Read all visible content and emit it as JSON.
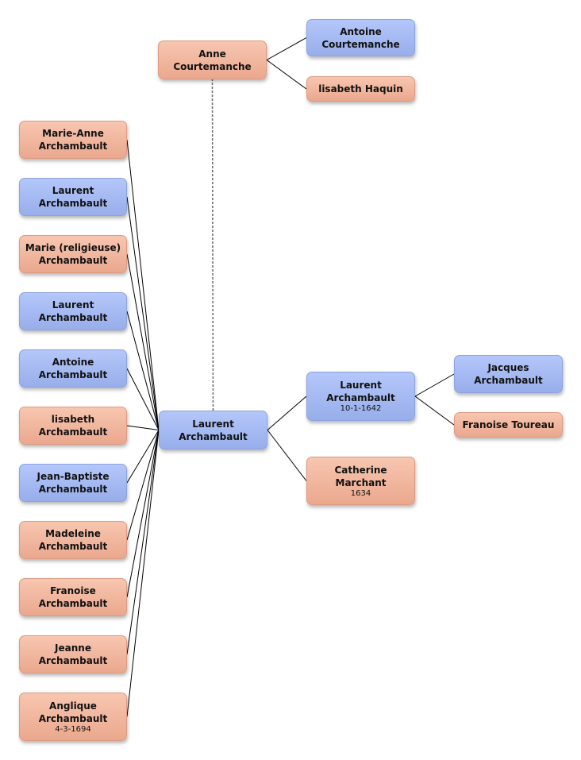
{
  "people": {
    "anne_courtemanche": {
      "line1": "Anne",
      "line2": "Courtemanche",
      "date": "",
      "gender": "female"
    },
    "antoine_courtemanche": {
      "line1": "Antoine",
      "line2": "Courtemanche",
      "date": "",
      "gender": "male"
    },
    "elisabeth_haquin": {
      "line1": "lisabeth Haquin",
      "line2": "",
      "date": "",
      "gender": "female"
    },
    "laurent_archambault_main": {
      "line1": "Laurent",
      "line2": "Archambault",
      "date": "",
      "gender": "male"
    },
    "laurent_archambault_father": {
      "line1": "Laurent",
      "line2": "Archambault",
      "date": "10-1-1642",
      "gender": "male"
    },
    "catherine_marchant": {
      "line1": "Catherine",
      "line2": "Marchant",
      "date": "1634",
      "gender": "female"
    },
    "jacques_archambault": {
      "line1": "Jacques",
      "line2": "Archambault",
      "date": "",
      "gender": "male"
    },
    "francoise_toureau": {
      "line1": "Franoise Toureau",
      "line2": "",
      "date": "",
      "gender": "female"
    },
    "marie_anne_archambault": {
      "line1": "Marie-Anne",
      "line2": "Archambault",
      "date": "",
      "gender": "female"
    },
    "laurent_archambault_c1": {
      "line1": "Laurent",
      "line2": "Archambault",
      "date": "",
      "gender": "male"
    },
    "marie_religieuse_archambault": {
      "line1": "Marie (religieuse)",
      "line2": "Archambault",
      "date": "",
      "gender": "female"
    },
    "laurent_archambault_c2": {
      "line1": "Laurent",
      "line2": "Archambault",
      "date": "",
      "gender": "male"
    },
    "antoine_archambault": {
      "line1": "Antoine",
      "line2": "Archambault",
      "date": "",
      "gender": "male"
    },
    "elisabeth_archambault": {
      "line1": "lisabeth",
      "line2": "Archambault",
      "date": "",
      "gender": "female"
    },
    "jean_baptiste_archambault": {
      "line1": "Jean-Baptiste",
      "line2": "Archambault",
      "date": "",
      "gender": "male"
    },
    "madeleine_archambault": {
      "line1": "Madeleine",
      "line2": "Archambault",
      "date": "",
      "gender": "female"
    },
    "francoise_archambault": {
      "line1": "Franoise",
      "line2": "Archambault",
      "date": "",
      "gender": "female"
    },
    "jeanne_archambault": {
      "line1": "Jeanne",
      "line2": "Archambault",
      "date": "",
      "gender": "female"
    },
    "angelique_archambault": {
      "line1": "Anglique",
      "line2": "Archambault",
      "date": "4-3-1694",
      "gender": "female"
    }
  },
  "links": {
    "parents": [
      {
        "child": "anne_courtemanche",
        "parent": "antoine_courtemanche"
      },
      {
        "child": "anne_courtemanche",
        "parent": "elisabeth_haquin"
      },
      {
        "child": "laurent_archambault_main",
        "parent": "laurent_archambault_father"
      },
      {
        "child": "laurent_archambault_main",
        "parent": "catherine_marchant"
      },
      {
        "child": "laurent_archambault_father",
        "parent": "jacques_archambault"
      },
      {
        "child": "laurent_archambault_father",
        "parent": "francoise_toureau"
      }
    ],
    "children": [
      {
        "parent": "laurent_archambault_main",
        "child": "marie_anne_archambault"
      },
      {
        "parent": "laurent_archambault_main",
        "child": "laurent_archambault_c1"
      },
      {
        "parent": "laurent_archambault_main",
        "child": "marie_religieuse_archambault"
      },
      {
        "parent": "laurent_archambault_main",
        "child": "laurent_archambault_c2"
      },
      {
        "parent": "laurent_archambault_main",
        "child": "antoine_archambault"
      },
      {
        "parent": "laurent_archambault_main",
        "child": "elisabeth_archambault"
      },
      {
        "parent": "laurent_archambault_main",
        "child": "jean_baptiste_archambault"
      },
      {
        "parent": "laurent_archambault_main",
        "child": "madeleine_archambault"
      },
      {
        "parent": "laurent_archambault_main",
        "child": "francoise_archambault"
      },
      {
        "parent": "laurent_archambault_main",
        "child": "jeanne_archambault"
      },
      {
        "parent": "laurent_archambault_main",
        "child": "angelique_archambault"
      }
    ],
    "spouse": [
      {
        "a": "laurent_archambault_main",
        "b": "anne_courtemanche"
      }
    ]
  },
  "colors": {
    "male_top": "#b4c7fb",
    "male_bottom": "#98aeea",
    "female_top": "#f8c6b0",
    "female_bottom": "#eaa88e",
    "line": "#000000",
    "spouse_line": "#666666"
  }
}
